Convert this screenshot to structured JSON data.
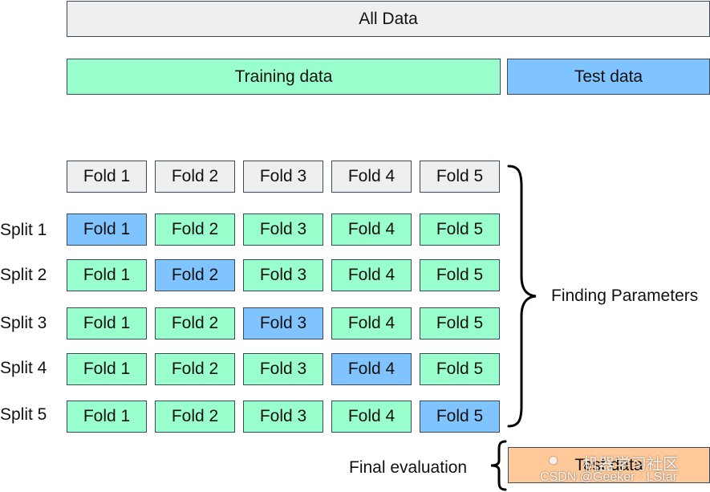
{
  "all_data": "All Data",
  "training": "Training data",
  "test": "Test data",
  "folds": [
    "Fold 1",
    "Fold 2",
    "Fold 3",
    "Fold 4",
    "Fold 5"
  ],
  "splits": [
    {
      "label": "Split 1",
      "test_fold": 1
    },
    {
      "label": "Split 2",
      "test_fold": 2
    },
    {
      "label": "Split 3",
      "test_fold": 3
    },
    {
      "label": "Split 4",
      "test_fold": 4
    },
    {
      "label": "Split 5",
      "test_fold": 5
    }
  ],
  "finding_parameters": "Finding Parameters",
  "final_evaluation": "Final evaluation",
  "final_test": "Test data",
  "watermark": {
    "primary": "机器学习社区",
    "secondary": "CSDN @Geeker · LStar"
  },
  "colors": {
    "all": "#efefef",
    "training": "#99ffcc",
    "test": "#80c4ff",
    "final": "#ffc999"
  }
}
